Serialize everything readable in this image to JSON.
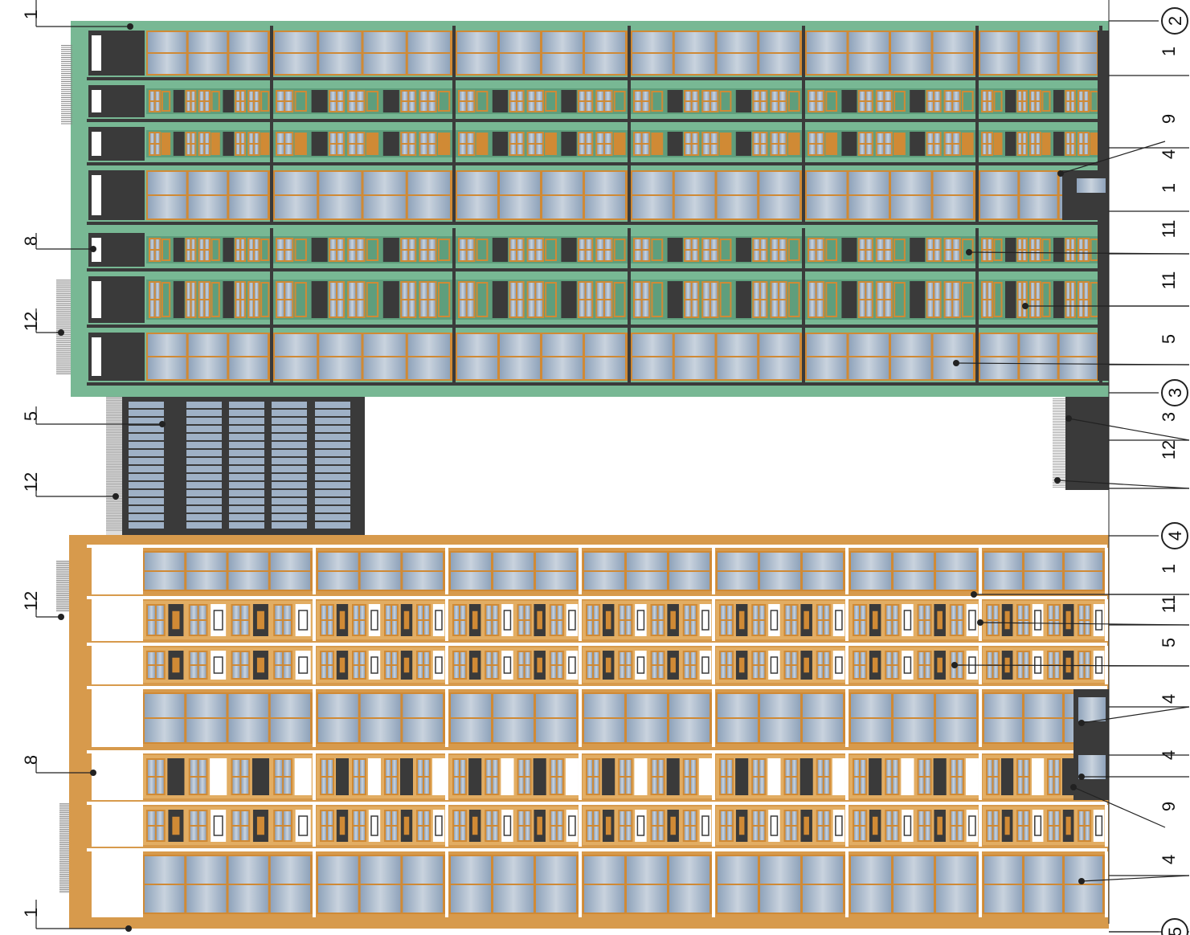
{
  "colors": {
    "upper_block": "#78b894",
    "upper_block_dark": "#5f9e7c",
    "lower_block": "#d79a4c",
    "lower_block_light": "#e2ad63",
    "glass": "#9fb1c6",
    "glass_light": "#c5d0dc",
    "frame": "#d08a35",
    "pier": "#3a3a3a",
    "white": "#ffffff",
    "leader": "#222222"
  },
  "icons": {
    "axis_marker": "circled-number",
    "callout_dot": "filled-circle"
  },
  "axis_markers": [
    "2",
    "3",
    "4",
    "5"
  ],
  "right_callouts": [
    "1",
    "9",
    "4",
    "1",
    "11",
    "11",
    "5",
    "3",
    "12",
    "1",
    "11",
    "5",
    "4",
    "4",
    "9",
    "4"
  ],
  "left_callouts": [
    "1",
    "8",
    "12",
    "5",
    "12",
    "12",
    "8",
    "1"
  ]
}
